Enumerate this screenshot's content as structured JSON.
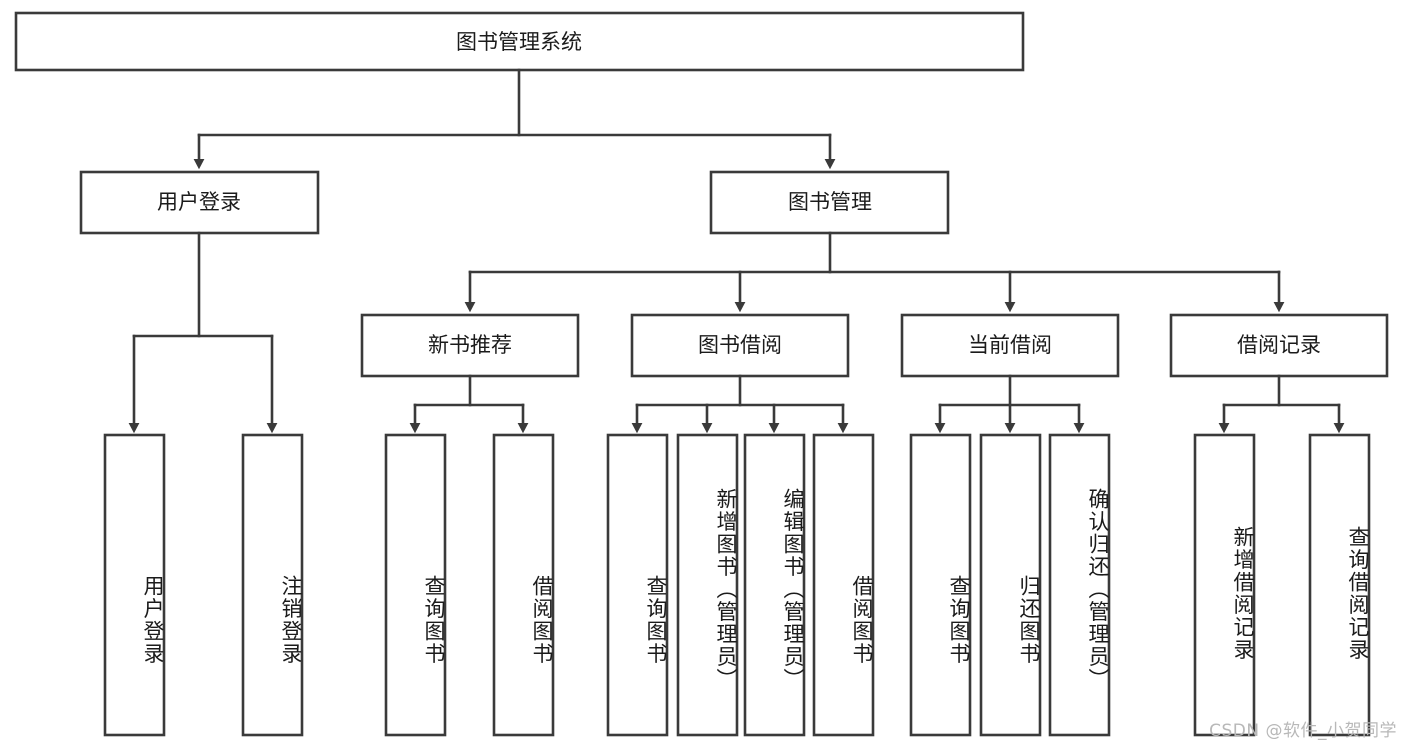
{
  "diagram": {
    "title": "图书管理系统",
    "type": "hierarchy-tree",
    "watermark": "CSDN @软件_小贺同学",
    "colors": {
      "stroke": "#3a3a3a",
      "box_fill": "#ffffff",
      "text": "#1b1b1b",
      "background": "#ffffff",
      "watermark": "#b8b8b8"
    },
    "root": {
      "label": "图书管理系统"
    },
    "level1": [
      {
        "label": "用户登录"
      },
      {
        "label": "图书管理"
      }
    ],
    "level2": [
      {
        "label": "新书推荐"
      },
      {
        "label": "图书借阅"
      },
      {
        "label": "当前借阅"
      },
      {
        "label": "借阅记录"
      }
    ],
    "leaves": {
      "user_login": [
        {
          "label": "用户登录"
        },
        {
          "label": "注销登录"
        }
      ],
      "new_book_recommend": [
        {
          "label": "查询图书"
        },
        {
          "label": "借阅图书"
        }
      ],
      "book_borrow": [
        {
          "label": "查询图书"
        },
        {
          "label": "新增图书（管理员）"
        },
        {
          "label": "编辑图书（管理员）"
        },
        {
          "label": "借阅图书"
        }
      ],
      "current_borrow": [
        {
          "label": "查询图书"
        },
        {
          "label": "归还图书"
        },
        {
          "label": "确认归还（管理员）"
        }
      ],
      "borrow_record": [
        {
          "label": "新增借阅记录"
        },
        {
          "label": "查询借阅记录"
        }
      ]
    }
  }
}
